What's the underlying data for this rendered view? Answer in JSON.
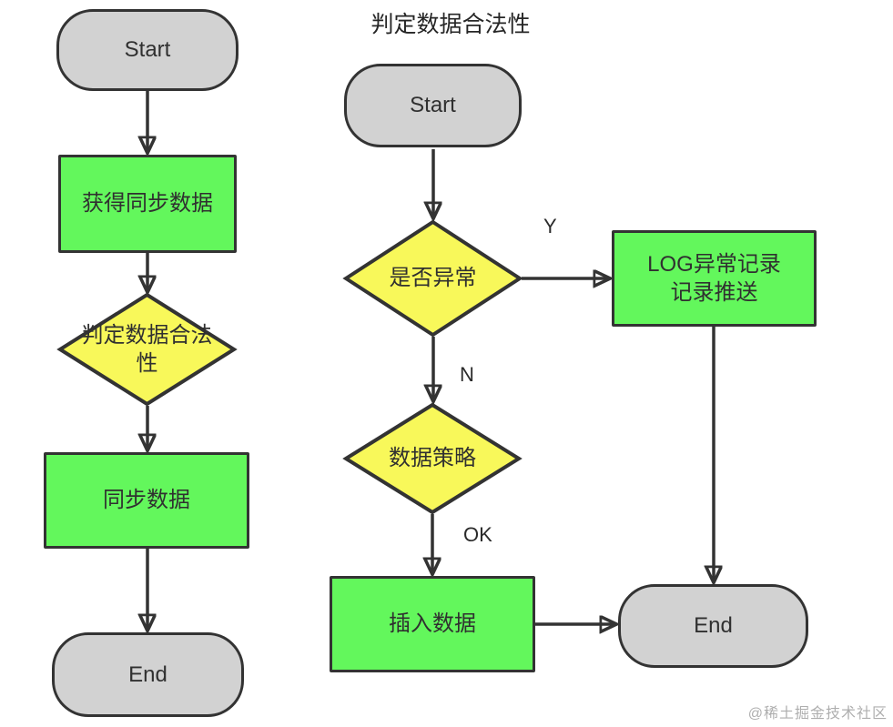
{
  "colors": {
    "process_fill": "#63f75c",
    "decision_fill": "#f8f85a",
    "terminal_fill": "#d2d2d2",
    "stroke": "#333333",
    "text": "#303030"
  },
  "left_flow": {
    "start_label": "Start",
    "get_data_label": "获得同步数据",
    "validate_label": "判定数据合法性",
    "sync_label": "同步数据",
    "end_label": "End"
  },
  "right_flow": {
    "title": "判定数据合法性",
    "start_label": "Start",
    "abnormal_label": "是否异常",
    "yes_label": "Y",
    "no_label": "N",
    "ok_label": "OK",
    "strategy_label": "数据策略",
    "insert_label": "插入数据",
    "log_label": "LOG异常记录\n记录推送",
    "end_label": "End"
  },
  "watermark": "@稀土掘金技术社区"
}
